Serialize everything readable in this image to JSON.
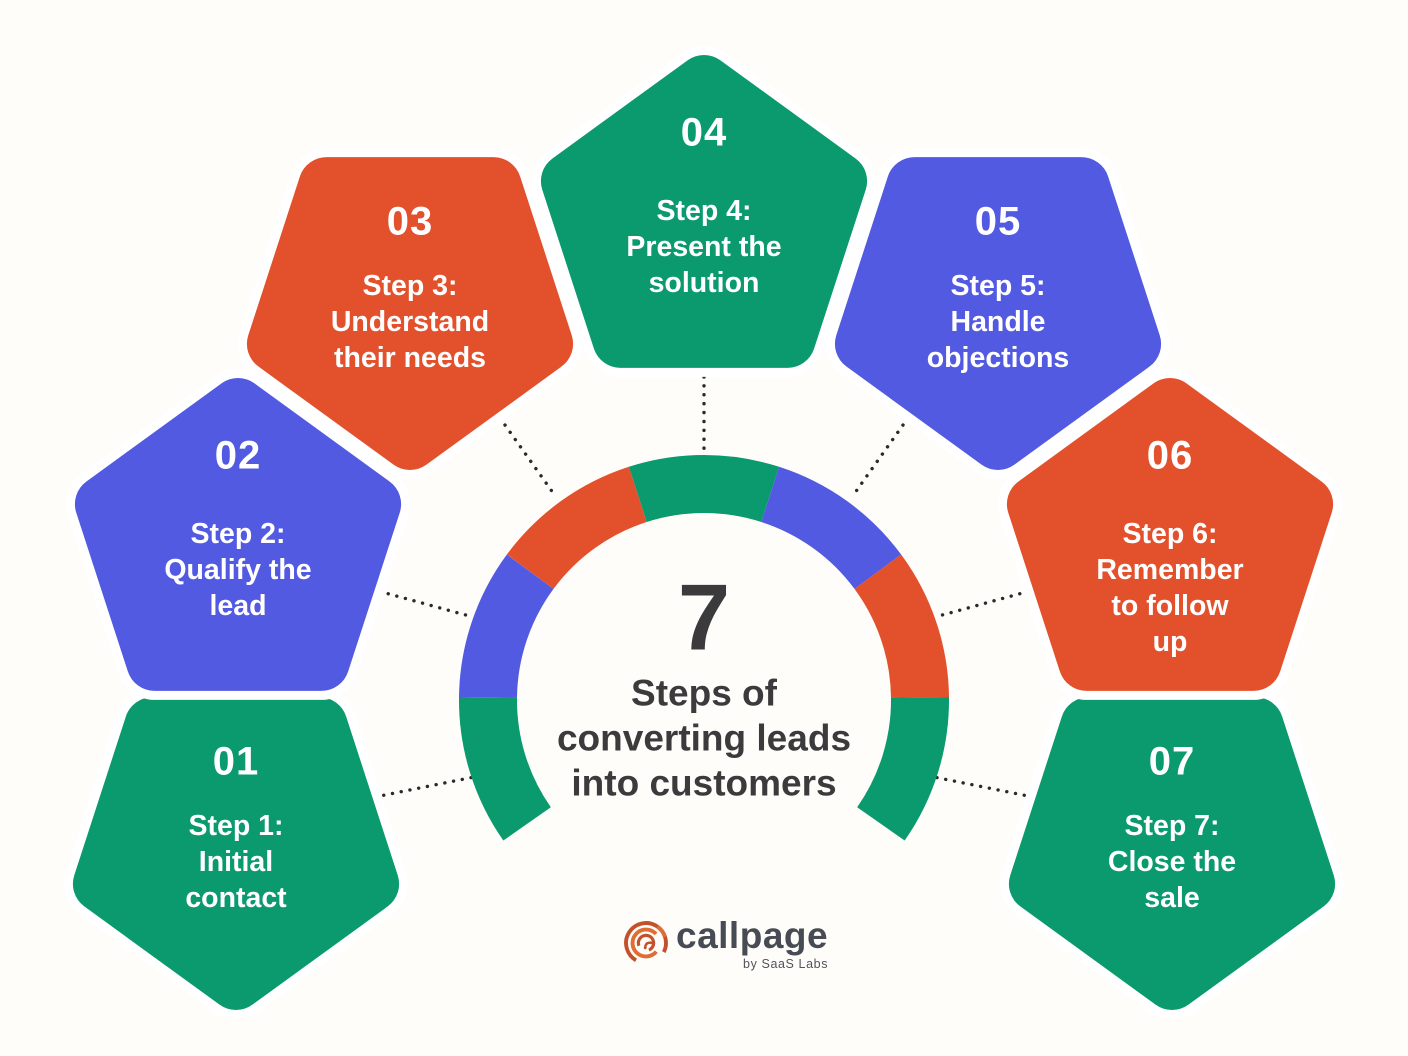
{
  "page": {
    "background": "#fffdf9"
  },
  "palette": {
    "green": "#0a9a6d",
    "blue": "#535ae2",
    "orange": "#e3502c",
    "connector": "#2a2a2a",
    "title_text": "#3b3b3d",
    "step_text": "#ffffff",
    "shape_outline": "#ffffff"
  },
  "title": {
    "big_number": "7",
    "lines": [
      "Steps of",
      "converting leads",
      "into customers"
    ]
  },
  "steps": [
    {
      "number": "01",
      "lines": [
        "Step 1:",
        "Initial",
        "contact"
      ],
      "color": "green"
    },
    {
      "number": "02",
      "lines": [
        "Step 2:",
        "Qualify the",
        "lead"
      ],
      "color": "blue"
    },
    {
      "number": "03",
      "lines": [
        "Step 3:",
        "Understand",
        "their needs"
      ],
      "color": "orange"
    },
    {
      "number": "04",
      "lines": [
        "Step 4:",
        "Present the",
        "solution"
      ],
      "color": "green"
    },
    {
      "number": "05",
      "lines": [
        "Step 5:",
        "Handle",
        "objections"
      ],
      "color": "blue"
    },
    {
      "number": "06",
      "lines": [
        "Step 6:",
        "Remember",
        "to follow",
        "up"
      ],
      "color": "orange"
    },
    {
      "number": "07",
      "lines": [
        "Step 7:",
        "Close the",
        "sale"
      ],
      "color": "green"
    }
  ],
  "ring": {
    "segment_colors": [
      "green",
      "blue",
      "orange",
      "green",
      "blue",
      "orange",
      "green"
    ]
  },
  "logo": {
    "brand": "callpage",
    "byline": "by SaaS Labs",
    "icon": "callpage-phone-rings-icon",
    "icon_color_dark": "#c2522b",
    "icon_color_light": "#dd6e36",
    "brand_color": "#474b54"
  }
}
